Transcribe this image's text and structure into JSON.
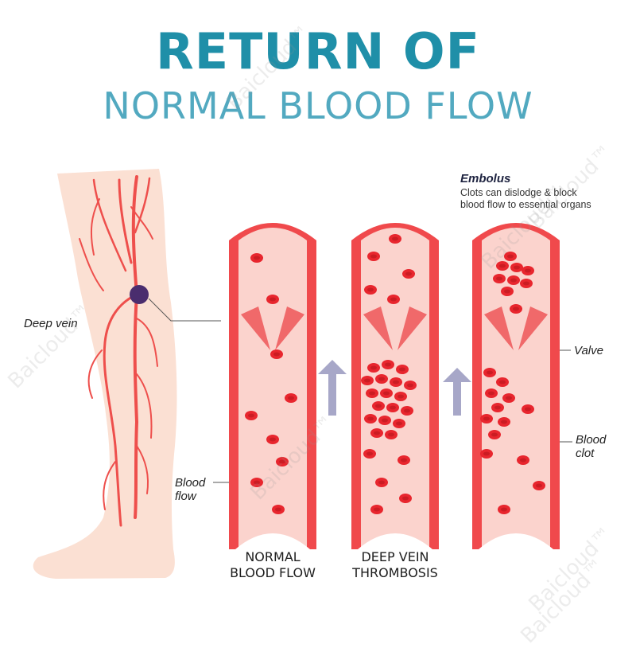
{
  "title": {
    "line1": "RETURN OF",
    "line2": "NORMAL BLOOD FLOW"
  },
  "labels": {
    "deep_vein": "Deep vein",
    "blood_flow": [
      "Blood",
      "flow"
    ],
    "valve": "Valve",
    "blood_clot": [
      "Blood",
      "clot"
    ],
    "embolus_title": "Embolus",
    "embolus_desc": [
      "Clots can dislodge & block",
      "blood flow to essential organs"
    ]
  },
  "tubes": [
    {
      "label": [
        "NORMAL",
        "BLOOD FLOW"
      ]
    },
    {
      "label": [
        "DEEP VEIN",
        "THROMBOSIS"
      ]
    },
    {
      "label": [
        "",
        ""
      ]
    }
  ],
  "watermark": "Baicloud™",
  "colors": {
    "title_dark": "#1f8fa8",
    "title_light": "#52a9c0",
    "vessel_wall": "#f0494c",
    "vessel_inner": "#fbd3cd",
    "blood_cell": "#e8262e",
    "skin": "#fbe0d3",
    "clot_marker": "#4a2d6e",
    "arrow": "#a7a7c8"
  }
}
